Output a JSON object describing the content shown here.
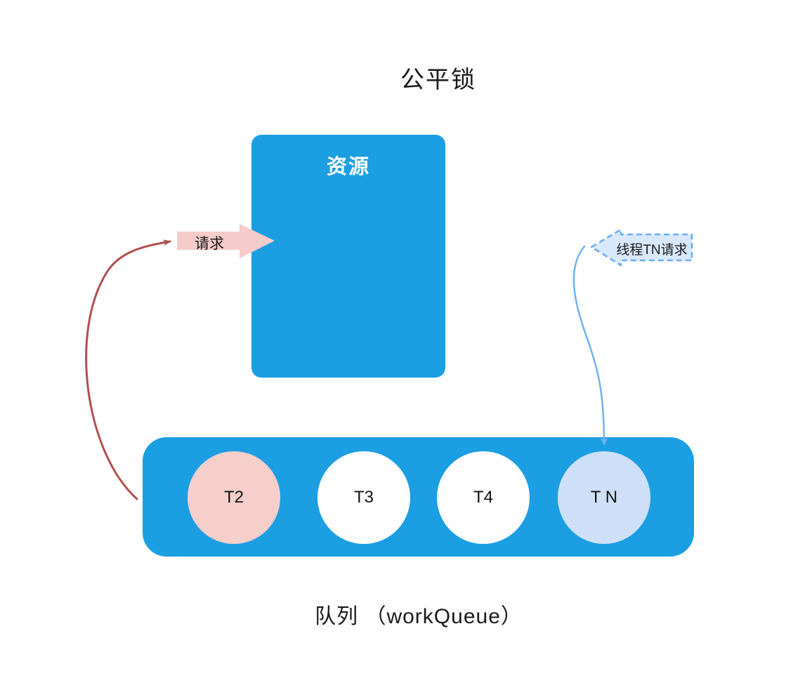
{
  "title": "公平锁",
  "resource_box": {
    "label": "资源"
  },
  "request_arrow": {
    "label": "请求"
  },
  "tn_request_arrow": {
    "label": "线程TN请求"
  },
  "queue": {
    "caption": "队列 （workQueue）",
    "threads": [
      {
        "label": "T2",
        "highlight": "pink"
      },
      {
        "label": "T3",
        "highlight": "none"
      },
      {
        "label": "T4",
        "highlight": "none"
      },
      {
        "label": "T N",
        "highlight": "light-blue"
      }
    ]
  },
  "colors": {
    "primary_blue": "#1c9fe2",
    "pink_fill": "#f5ccc9",
    "tn_circle_fill": "#cee0f8",
    "dashed_arrow_fill": "#d9e9fd",
    "dashed_arrow_stroke": "#66abf2",
    "flow_blue": "#70b2f3",
    "flow_red": "#b0504d",
    "text": "#1a1a1a"
  }
}
